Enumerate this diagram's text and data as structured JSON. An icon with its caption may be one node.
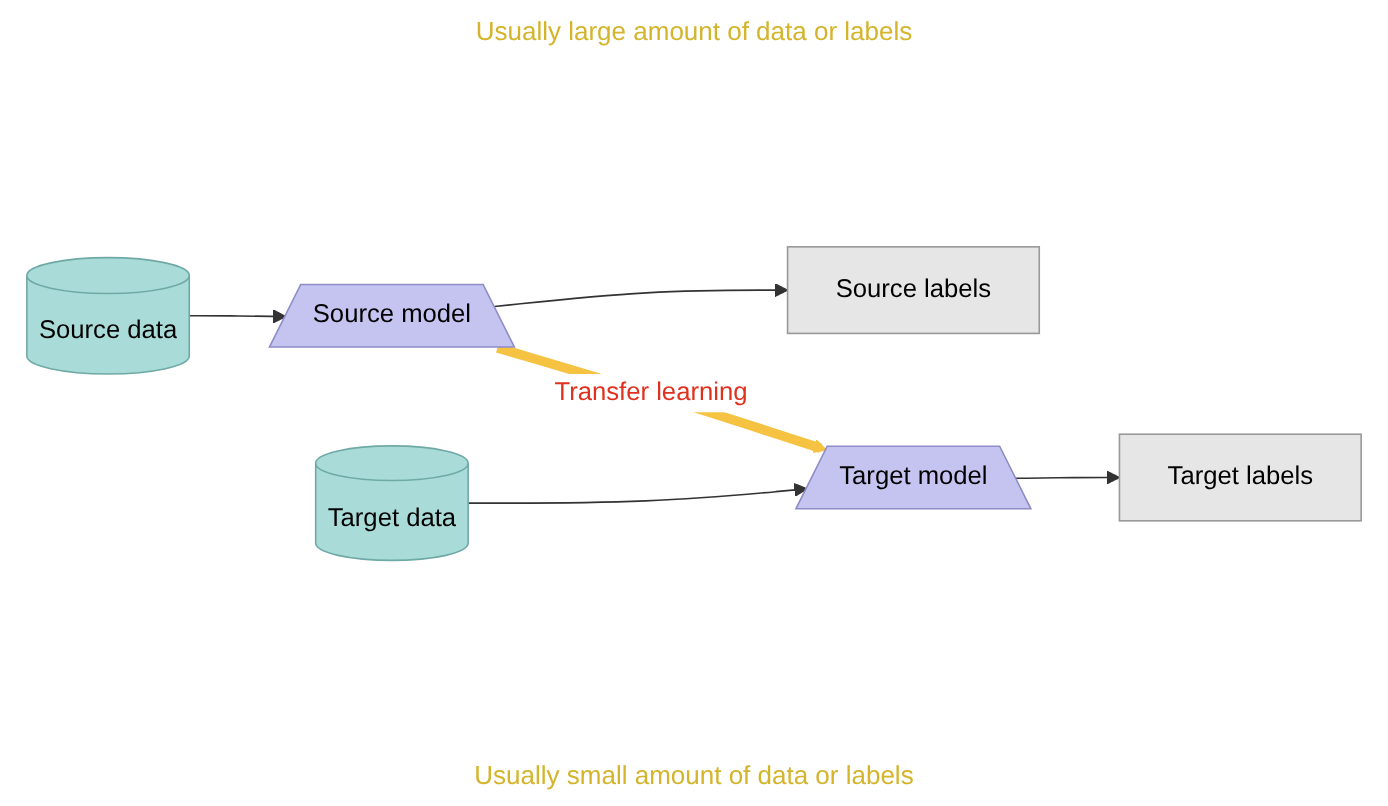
{
  "diagram": {
    "nodes": [
      {
        "text": [
          "Source data"
        ]
      },
      {
        "text": [
          "Source model"
        ]
      },
      {
        "text": [
          "Source labels"
        ]
      },
      {
        "text": [
          "Target data"
        ]
      },
      {
        "text": [
          "Target model"
        ]
      },
      {
        "text": [
          "Target labels"
        ]
      }
    ],
    "edges": [
      {
        "from": 0,
        "to": 1,
        "arrow": "to"
      },
      {
        "from": 1,
        "to": 2,
        "arrow": "to"
      },
      {
        "from": 1,
        "to": 4,
        "arrow": "to",
        "label": "Transfer learning",
        "style": "thick",
        "color": "#f5c242"
      },
      {
        "from": 3,
        "to": 4,
        "arrow": "to"
      },
      {
        "from": 4,
        "to": 5,
        "arrow": "to"
      }
    ],
    "labels": [
      "Usually large amount of data or labels",
      "Usually small amount of data or labels"
    ]
  }
}
